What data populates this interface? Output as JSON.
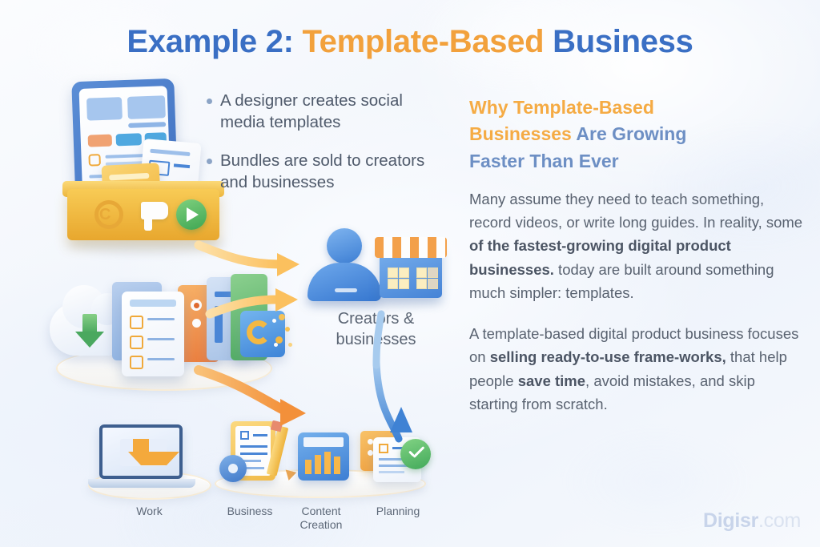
{
  "title": {
    "part1": "Example 2:",
    "part2": "Template-Based",
    "part3": "Business"
  },
  "left": {
    "bullets": [
      "A designer creates social media templates",
      "Bundles are sold to creators and businesses"
    ],
    "center_label_line1": "Creators &",
    "center_label_line2": "businesses",
    "captions": [
      {
        "line1": "Work",
        "line2": ""
      },
      {
        "line1": "Business",
        "line2": ""
      },
      {
        "line1": "Content",
        "line2": "Creation"
      },
      {
        "line1": "Planning",
        "line2": ""
      }
    ]
  },
  "right": {
    "heading": {
      "orange1": "Why Template-Based",
      "orange2": "Businesses",
      "blue1": " Are Growing",
      "blue2": "Faster Than Ever"
    },
    "paragraph1": {
      "pre": "Many assume they need to teach something, record videos, or write long guides. In reality, some ",
      "bold": "of the fastest-growing digital product businesses.",
      "post": " today are built around something much simpler: templates."
    },
    "paragraph2": {
      "pre": "A template-based digital product business focuses on ",
      "bold1": "selling ready-to-use frame-works,",
      "mid": " that help people ",
      "bold2": "save time",
      "post": ", avoid mistakes, and skip starting from scratch."
    }
  },
  "watermark": {
    "brand": "Digisr",
    "tld": ".com"
  },
  "icons": {
    "template_box": "template-kit-box-icon",
    "cloud_files": "cloud-download-files-icon",
    "person": "person-avatar-icon",
    "storefront": "storefront-icon",
    "laptop": "laptop-download-icon",
    "gear_doc": "gear-document-pencil-icon",
    "bar_chart": "bar-chart-icon",
    "check_doc": "checked-document-icon",
    "arrow1": "curved-arrow-right-icon",
    "arrow2": "curved-arrow-right-icon",
    "arrow3": "curved-arrow-right-icon",
    "arrow4": "curved-arrow-up-icon"
  },
  "colors": {
    "title_blue": "#3a6fc4",
    "title_orange": "#f2a13c",
    "heading_orange": "#f5ab44",
    "heading_blue": "#6d8fc4",
    "body": "#596270",
    "arrow_light": "#fbc870",
    "arrow_dark": "#f59539",
    "arrow_blue": "#7fadde",
    "background": "#f2f6fc"
  }
}
